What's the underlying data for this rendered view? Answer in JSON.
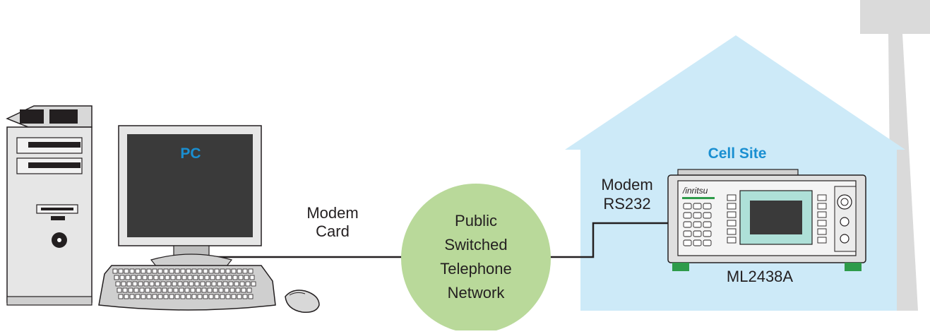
{
  "colors": {
    "house_fill": "#cdeaf8",
    "cloud_fill": "#b9d99a",
    "pole_fill": "#dadada",
    "accent_blue": "#1a8fd1",
    "bumper_green": "#2e9b4a",
    "line": "#231f20"
  },
  "pc": {
    "monitor_label": "PC"
  },
  "connection_left": {
    "label_line1": "Modem",
    "label_line2": "Card"
  },
  "network": {
    "line1": "Public",
    "line2": "Switched",
    "line3": "Telephone",
    "line4": "Network"
  },
  "cell_site": {
    "title": "Cell Site",
    "modem_line1": "Modem",
    "modem_line2": "RS232",
    "instrument_brand": "/inritsu",
    "instrument_model": "ML2438A"
  }
}
